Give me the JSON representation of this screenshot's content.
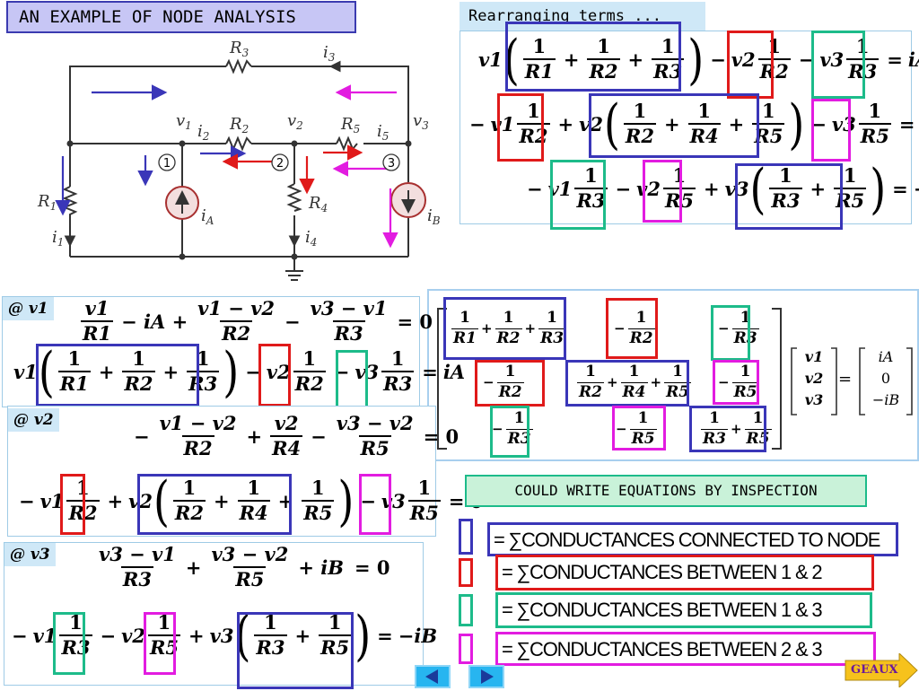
{
  "slide": {
    "title": "AN EXAMPLE OF NODE ANALYSIS",
    "rearranging_label": "Rearranging terms ...",
    "caption": "COULD WRITE EQUATIONS BY INSPECTION",
    "nav": {
      "prev_icon": "triangle-left-icon",
      "next_icon": "triangle-right-icon",
      "geaux_label": "GEAUX"
    }
  },
  "colors": {
    "blue": "#3a36b8",
    "red": "#e01a1a",
    "green": "#1dbb8a",
    "magenta": "#e21ce0",
    "title_bg": "#c7c6f5",
    "tag_bg": "#cfe8f7",
    "caption_bg": "#c9f2d9"
  },
  "circuit": {
    "labels": {
      "R1": "R",
      "R1s": "1",
      "R2": "R",
      "R2s": "2",
      "R3": "R",
      "R3s": "3",
      "R4": "R",
      "R4s": "4",
      "R5": "R",
      "R5s": "5",
      "i1": "i",
      "i1s": "1",
      "i2": "i",
      "i2s": "2",
      "i3": "i",
      "i3s": "3",
      "i4": "i",
      "i4s": "4",
      "i5": "i",
      "i5s": "5",
      "iA": "i",
      "iAs": "A",
      "iB": "i",
      "iBs": "B",
      "v1": "v",
      "v1s": "1",
      "v2": "v",
      "v2s": "2",
      "v3": "v",
      "v3s": "3",
      "node1": "1",
      "node2": "2",
      "node3": "3"
    }
  },
  "common": {
    "one": "1",
    "zero": "0",
    "eq": "=",
    "plus": "+",
    "minus": "−",
    "lp": "(",
    "rp": ")",
    "R1": "R1",
    "R2": "R2",
    "R3": "R3",
    "R4": "R4",
    "R5": "R5",
    "v1": "v1",
    "v2": "v2",
    "v3": "v3",
    "iA": "iA",
    "iB": "iB",
    "neg_iB": "−iB"
  },
  "node_tags": {
    "n1": "@ v1",
    "n2": "@ v2",
    "n3": "@ v3"
  },
  "kcl": {
    "n1": {
      "t1n": "v1",
      "t1d": "R1",
      "t2": "− iA +",
      "t3n": "v1 − v2",
      "t3d": "R2",
      "t4": "−",
      "t5n": "v3 − v1",
      "t5d": "R3",
      "rhs": "= 0"
    },
    "n2": {
      "t0": "−",
      "t1n": "v1 − v2",
      "t1d": "R2",
      "t2": "+",
      "t3n": "v2",
      "t3d": "R4",
      "t4": "−",
      "t5n": "v3 − v2",
      "t5d": "R5",
      "rhs": "= 0"
    },
    "n3": {
      "t1n": "v3 − v1",
      "t1d": "R3",
      "t2": "+",
      "t3n": "v3 − v2",
      "t3d": "R5",
      "t4": "+ iB",
      "rhs": "= 0"
    }
  },
  "legend": [
    {
      "color": "blue",
      "text": "= ∑CONDUCTANCES CONNECTED TO NODE"
    },
    {
      "color": "red",
      "text": "= ∑CONDUCTANCES BETWEEN 1 & 2"
    },
    {
      "color": "green",
      "text": "= ∑CONDUCTANCES BETWEEN 1 & 3"
    },
    {
      "color": "magenta",
      "text": "= ∑CONDUCTANCES BETWEEN 2 & 3"
    }
  ]
}
